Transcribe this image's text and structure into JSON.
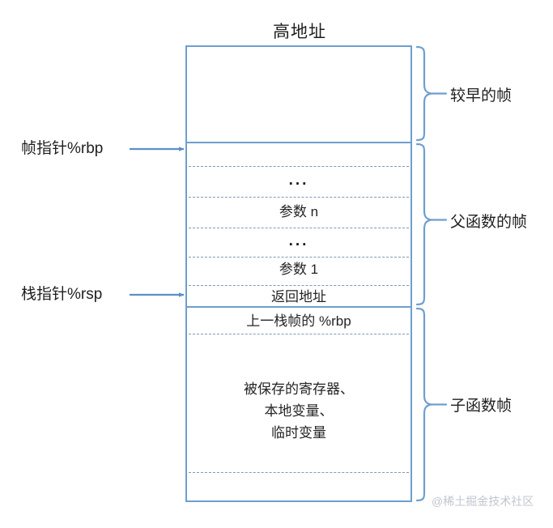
{
  "diagram": {
    "title": "高地址",
    "watermark": "@稀土掘金技术社区",
    "accent_color": "#6e9fce",
    "arrow_color": "#5b8fc7",
    "dashed_color": "#7f99b5",
    "text_color": "#242424",
    "watermark_color": "#c0c6cf"
  },
  "pointers": [
    {
      "label": "帧指针%rbp"
    },
    {
      "label": "栈指针%rsp"
    }
  ],
  "braces": [
    {
      "label": "较早的帧"
    },
    {
      "label": "父函数的帧"
    },
    {
      "label": "子函数帧"
    }
  ],
  "rows": [
    {
      "text": ""
    },
    {
      "text": ""
    },
    {
      "text": "..."
    },
    {
      "text": "参数 n"
    },
    {
      "text": "..."
    },
    {
      "text": "参数 1"
    },
    {
      "text": "返回地址"
    },
    {
      "text": "上一栈帧的 %rbp"
    },
    {
      "text": "被保存的寄存器、\n本地变量、\n临时变量"
    },
    {
      "text": ""
    }
  ]
}
